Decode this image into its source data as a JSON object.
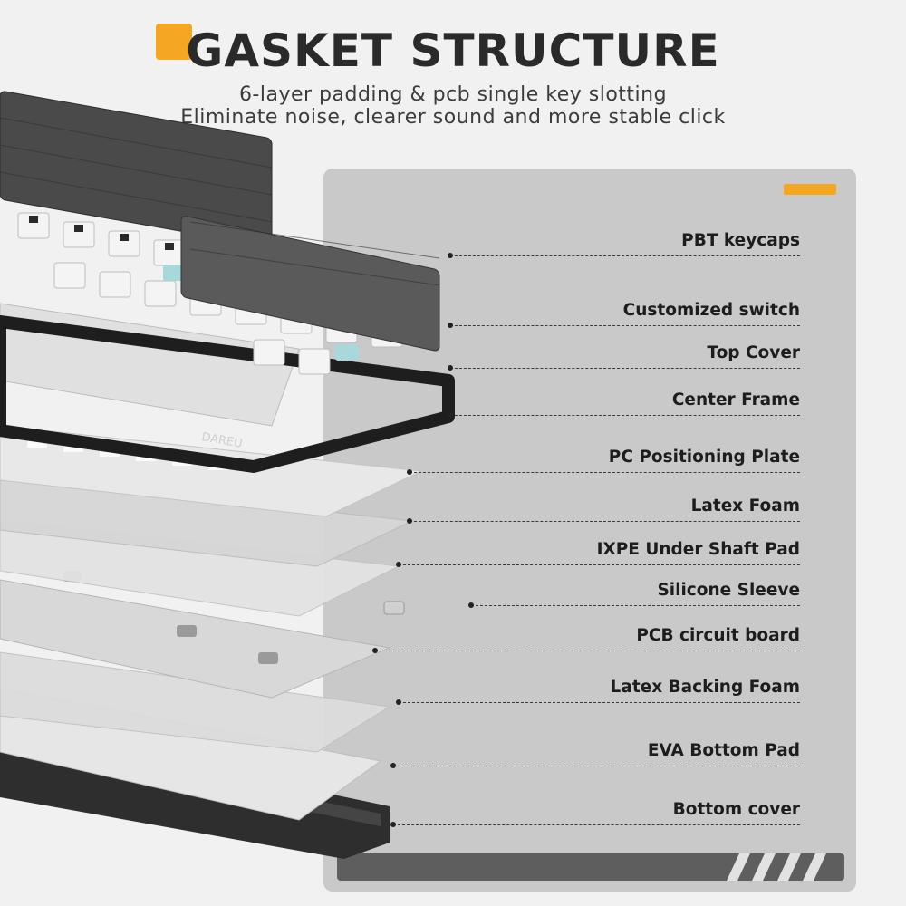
{
  "header": {
    "title": "GASKET STRUCTURE",
    "subtitle_line1": "6-layer padding & pcb single key slotting",
    "subtitle_line2": "Eliminate noise, clearer sound and more stable click"
  },
  "illustration": {
    "brand_mark": "DAREU"
  },
  "colors": {
    "accent": "#f5a623",
    "panel": "#c9c9c9",
    "footer": "#5e5e5e",
    "keycap_dark": "#4a4a4a"
  },
  "layers": [
    {
      "label": "PBT keycaps"
    },
    {
      "label": "Customized switch"
    },
    {
      "label": "Top Cover"
    },
    {
      "label": "Center Frame"
    },
    {
      "label": "PC Positioning Plate"
    },
    {
      "label": "Latex Foam"
    },
    {
      "label": "IXPE Under Shaft Pad"
    },
    {
      "label": "Silicone Sleeve"
    },
    {
      "label": "PCB circuit board"
    },
    {
      "label": "Latex Backing Foam"
    },
    {
      "label": "EVA Bottom Pad"
    },
    {
      "label": "Bottom cover"
    }
  ]
}
